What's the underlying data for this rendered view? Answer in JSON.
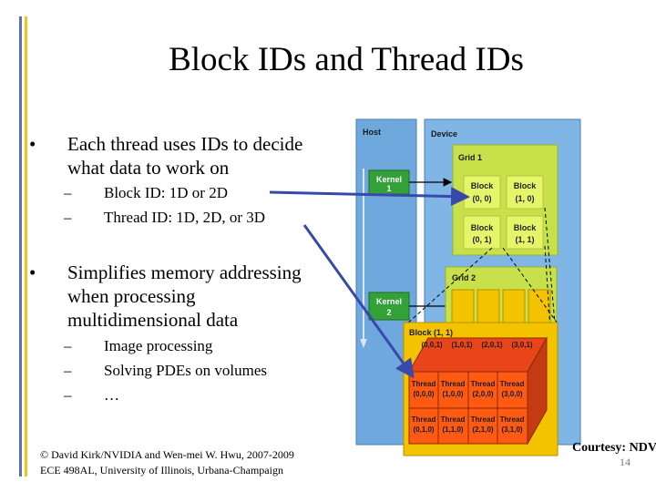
{
  "title": "Block IDs and Thread IDs",
  "bullets": [
    {
      "text": "Each thread uses IDs to decide what data to work on",
      "subs": [
        "Block ID: 1D or 2D",
        "Thread ID: 1D, 2D, or 3D"
      ]
    },
    {
      "text": "Simplifies memory addressing when processing multidimensional data",
      "subs": [
        "Image processing",
        "Solving PDEs on volumes",
        "…"
      ]
    }
  ],
  "footer": {
    "line1": "© David Kirk/NVIDIA and Wen-mei W. Hwu, 2007-2009",
    "line2": "ECE 498AL, University of Illinois, Urbana-Champaign"
  },
  "courtesy": "Courtesy: NDVIA",
  "page_number": "14",
  "diagram": {
    "host_label": "Host",
    "device_label": "Device",
    "kernel1": [
      "Kernel",
      "1"
    ],
    "kernel2": [
      "Kernel",
      "2"
    ],
    "grid1_label": "Grid 1",
    "grid2_label": "Grid 2",
    "blocks": [
      [
        "Block",
        "(0, 0)"
      ],
      [
        "Block",
        "(1, 0)"
      ],
      [
        "Block",
        "(0, 1)"
      ],
      [
        "Block",
        "(1, 1)"
      ]
    ],
    "block_detail_label": "Block (1, 1)",
    "back_labels": [
      "(0,0,1)",
      "(1,0,1)",
      "(2,0,1)",
      "(3,0,1)"
    ],
    "threads": [
      [
        "Thread",
        "(0,0,0)"
      ],
      [
        "Thread",
        "(1,0,0)"
      ],
      [
        "Thread",
        "(2,0,0)"
      ],
      [
        "Thread",
        "(3,0,0)"
      ],
      [
        "Thread",
        "(0,1,0)"
      ],
      [
        "Thread",
        "(1,1,0)"
      ],
      [
        "Thread",
        "(2,1,0)"
      ],
      [
        "Thread",
        "(3,1,0)"
      ]
    ],
    "colors": {
      "background": "#ffffff",
      "host_panel": "#6fa8dc",
      "device_panel": "#7fb6e6",
      "grid": "#c8e14a",
      "block": "#e5f56a",
      "kernel": "#33a038",
      "block_detail": "#f4c300",
      "thread": "#ff5a14",
      "pointer_arrow": "#3949ab"
    }
  }
}
